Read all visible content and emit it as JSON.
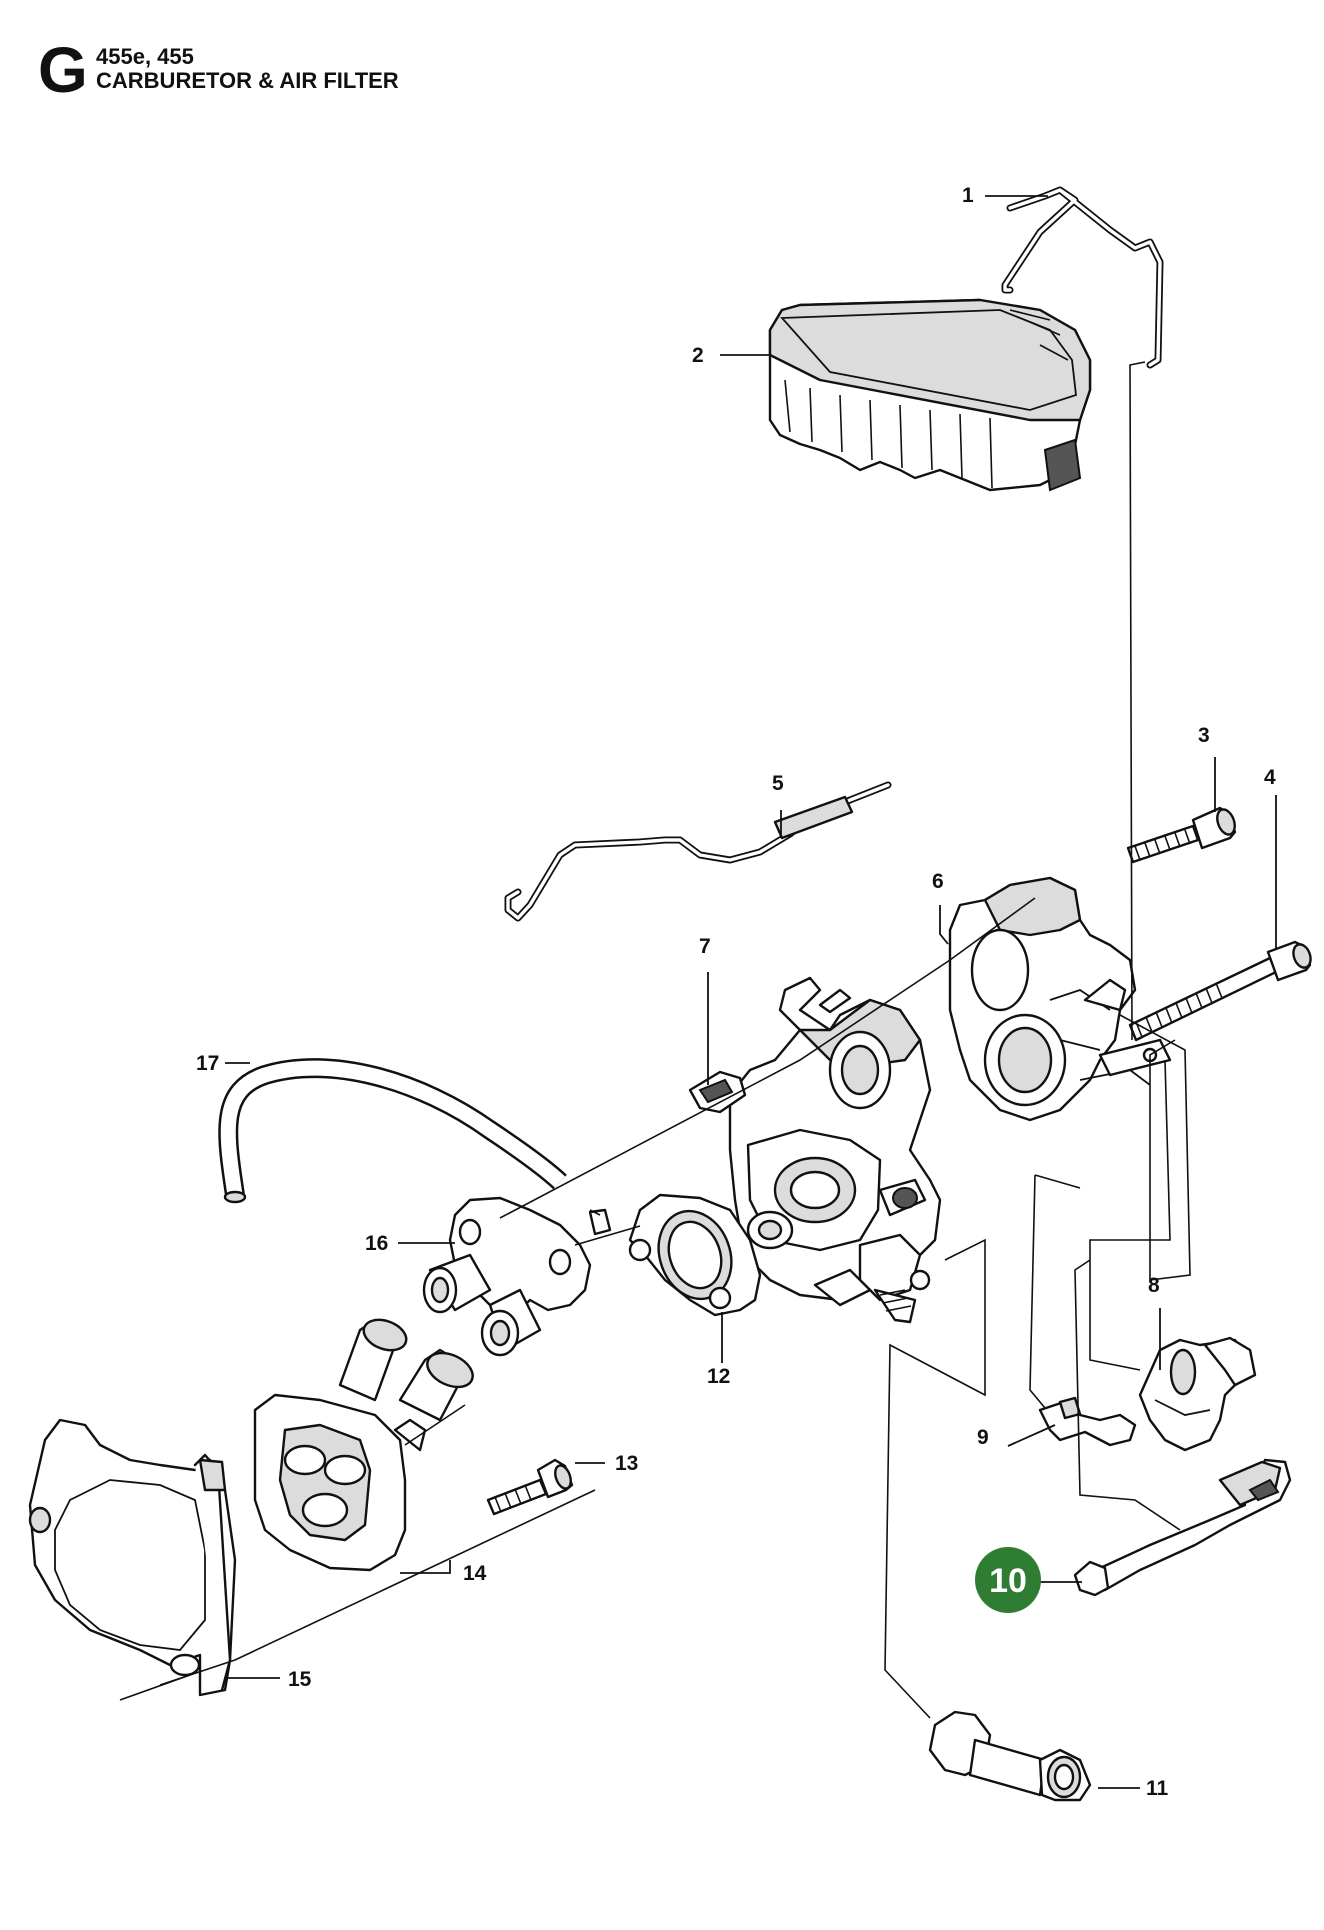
{
  "header": {
    "section_letter": "G",
    "models": "455e, 455",
    "title": "CARBURETOR & AIR FILTER"
  },
  "callouts": [
    {
      "number": "1"
    },
    {
      "number": "2"
    },
    {
      "number": "3"
    },
    {
      "number": "4"
    },
    {
      "number": "5"
    },
    {
      "number": "6"
    },
    {
      "number": "7"
    },
    {
      "number": "8"
    },
    {
      "number": "9"
    },
    {
      "number": "10",
      "highlighted": true
    },
    {
      "number": "11"
    },
    {
      "number": "12"
    },
    {
      "number": "13"
    },
    {
      "number": "14"
    },
    {
      "number": "15"
    },
    {
      "number": "16"
    },
    {
      "number": "17"
    }
  ],
  "colors": {
    "highlight": "#2e7d32",
    "ink": "#111111"
  }
}
